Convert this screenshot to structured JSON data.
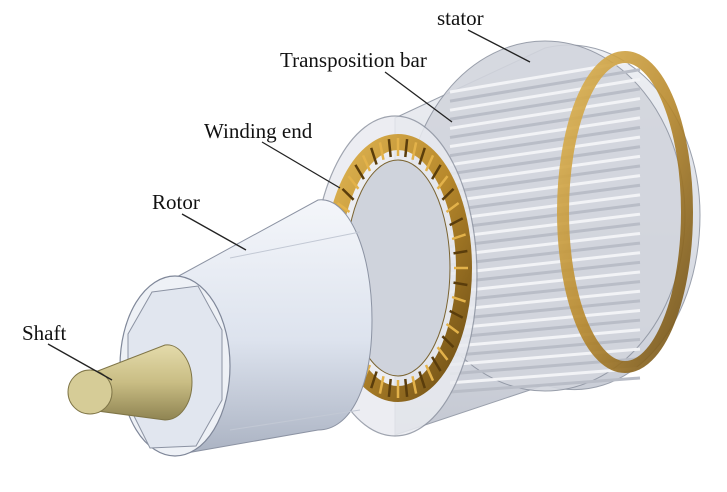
{
  "labels": {
    "stator": "stator",
    "transposition_bar": "Transposition bar",
    "winding_end": "Winding end",
    "rotor": "Rotor",
    "shaft": "Shaft"
  },
  "colors": {
    "shaft": "#c9bd84",
    "rotor": "#e3e8f1",
    "stator_shell": "#e6e8ee",
    "stator_bars": "#c9ccd4",
    "winding_copper": "#b8892c",
    "leader_line": "#222222"
  }
}
